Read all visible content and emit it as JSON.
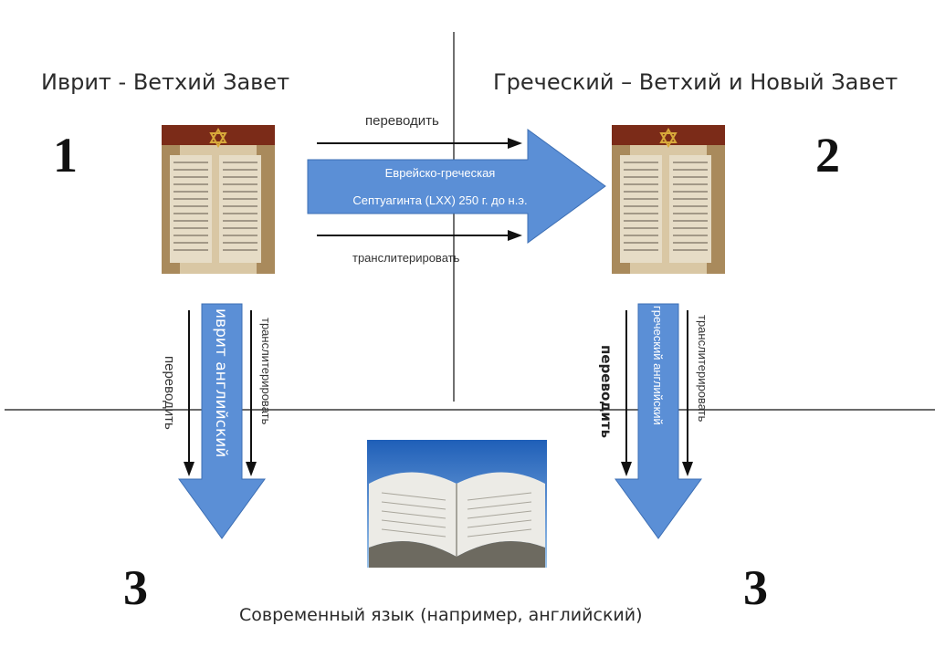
{
  "titles": {
    "left": "Иврит - Ветхий Завет",
    "right": "Греческий – Ветхий и Новый Завет"
  },
  "numbers": {
    "n1": "1",
    "n2": "2",
    "n3_left": "3",
    "n3_right": "3"
  },
  "horizontal": {
    "translate_label": "переводить",
    "transliterate_label": "транслитерировать",
    "arrow_line1": "Еврейско-греческая",
    "arrow_line2": "Септуагинта (LXX) 250 г. до н.э."
  },
  "left_vertical": {
    "translate_label": "переводить",
    "arrow_label": "иврит английский",
    "transliterate_label": "транслитерировать"
  },
  "right_vertical": {
    "translate_label": "переводить",
    "arrow_label": "греческий английский",
    "transliterate_label": "транслитерировать"
  },
  "bottom_caption": "Современный язык (например, английский)",
  "colors": {
    "arrow_fill": "#5b8fd6",
    "arrow_stroke": "#3d6fb4",
    "line": "#111111"
  }
}
